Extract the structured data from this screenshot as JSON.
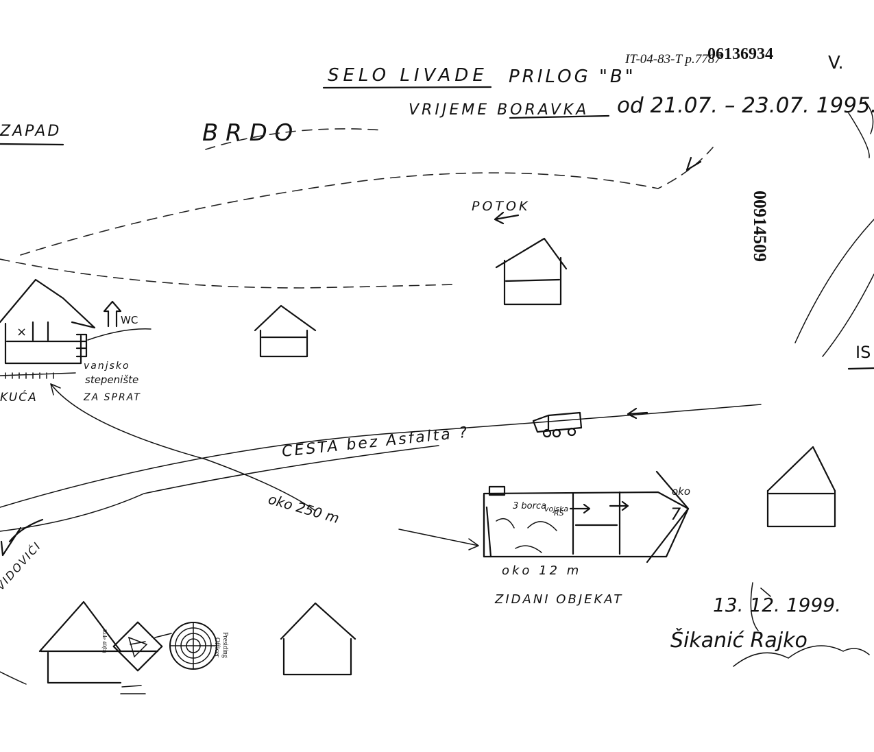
{
  "header": {
    "doc_id": "IT-04-83-T p.7787",
    "number_stamp": "06136934",
    "title_left": "SELO LIVADE",
    "title_right": "PRILOG \"B\"",
    "subtitle_prefix": "VRIJEME BORAVKA",
    "subtitle_dates": "od 21.07. – 23.07. 1995."
  },
  "labels": {
    "west": "ZAPAD",
    "east": "IS",
    "hill": "B R D O",
    "stream": "POTOK",
    "wc": "WC",
    "house": "KUĆA",
    "stairs_line1": "vanjsko",
    "stairs_line2": "stepenište",
    "stairs_line3": "ZA SPRAT",
    "road": "CESTA bez Asfalta ?",
    "distance": "oko 250 m",
    "length": "oko 12 m",
    "building": "ZIDANI OBJEKAT",
    "oko7": "oko",
    "seven": "7",
    "inner1": "3 borca",
    "inner2": "vojska",
    "inner3": "RS",
    "village_south": "VIDOVIĆI",
    "vertical_number": "00914509"
  },
  "signature": {
    "date": "13. 12. 1999.",
    "name": "Šikanić Rajko"
  },
  "stamp": {
    "line1": "Presiding",
    "line2": "Officer",
    "line3": "Rule 40(b)"
  }
}
